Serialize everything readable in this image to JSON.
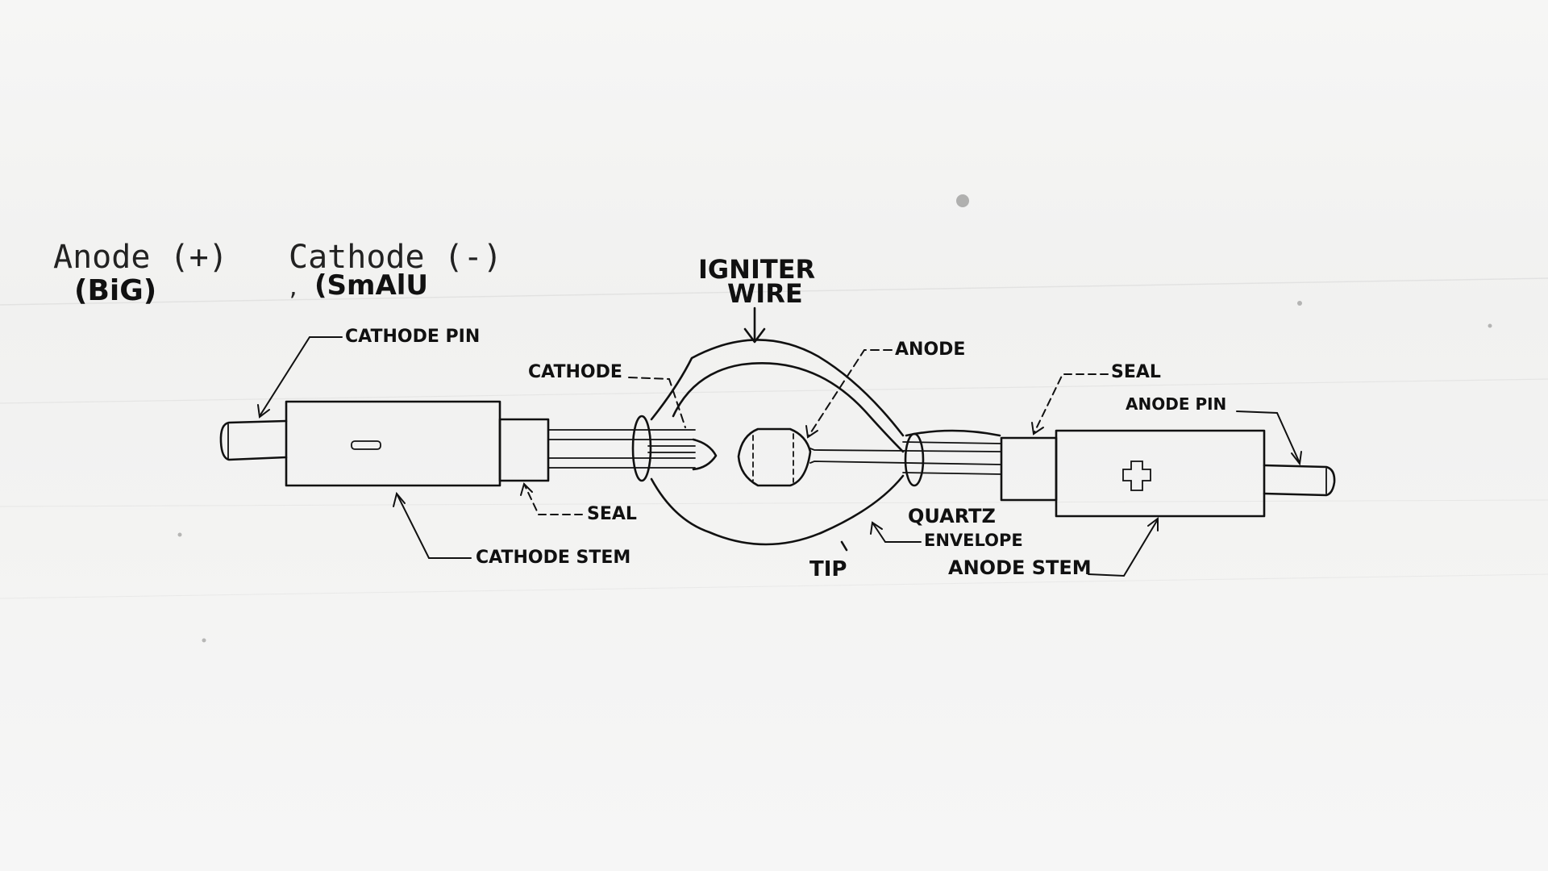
{
  "title": {
    "anode": "Anode (+)",
    "anode_note": "(BiG)",
    "separator": ",",
    "cathode": "Cathode (-)",
    "cathode_note": "(SmAlU"
  },
  "labels": {
    "igniter_line1": "IGNITER",
    "igniter_line2": "WIRE",
    "cathode_pin": "CATHODE PIN",
    "cathode": "CATHODE",
    "seal_left": "SEAL",
    "cathode_stem": "CATHODE STEM",
    "tip": "TIP",
    "quartz": "QUARTZ",
    "envelope": "ENVELOPE",
    "anode": "ANODE",
    "seal_right": "SEAL",
    "anode_pin": "ANODE PIN",
    "anode_stem": "ANODE STEM"
  },
  "symbols": {
    "minus_icon": "minus-sign-icon",
    "plus_icon": "plus-sign-icon",
    "arrow_icon": "down-arrow-icon"
  },
  "colors": {
    "ink": "#111111",
    "paper": "#f4f4f3"
  }
}
